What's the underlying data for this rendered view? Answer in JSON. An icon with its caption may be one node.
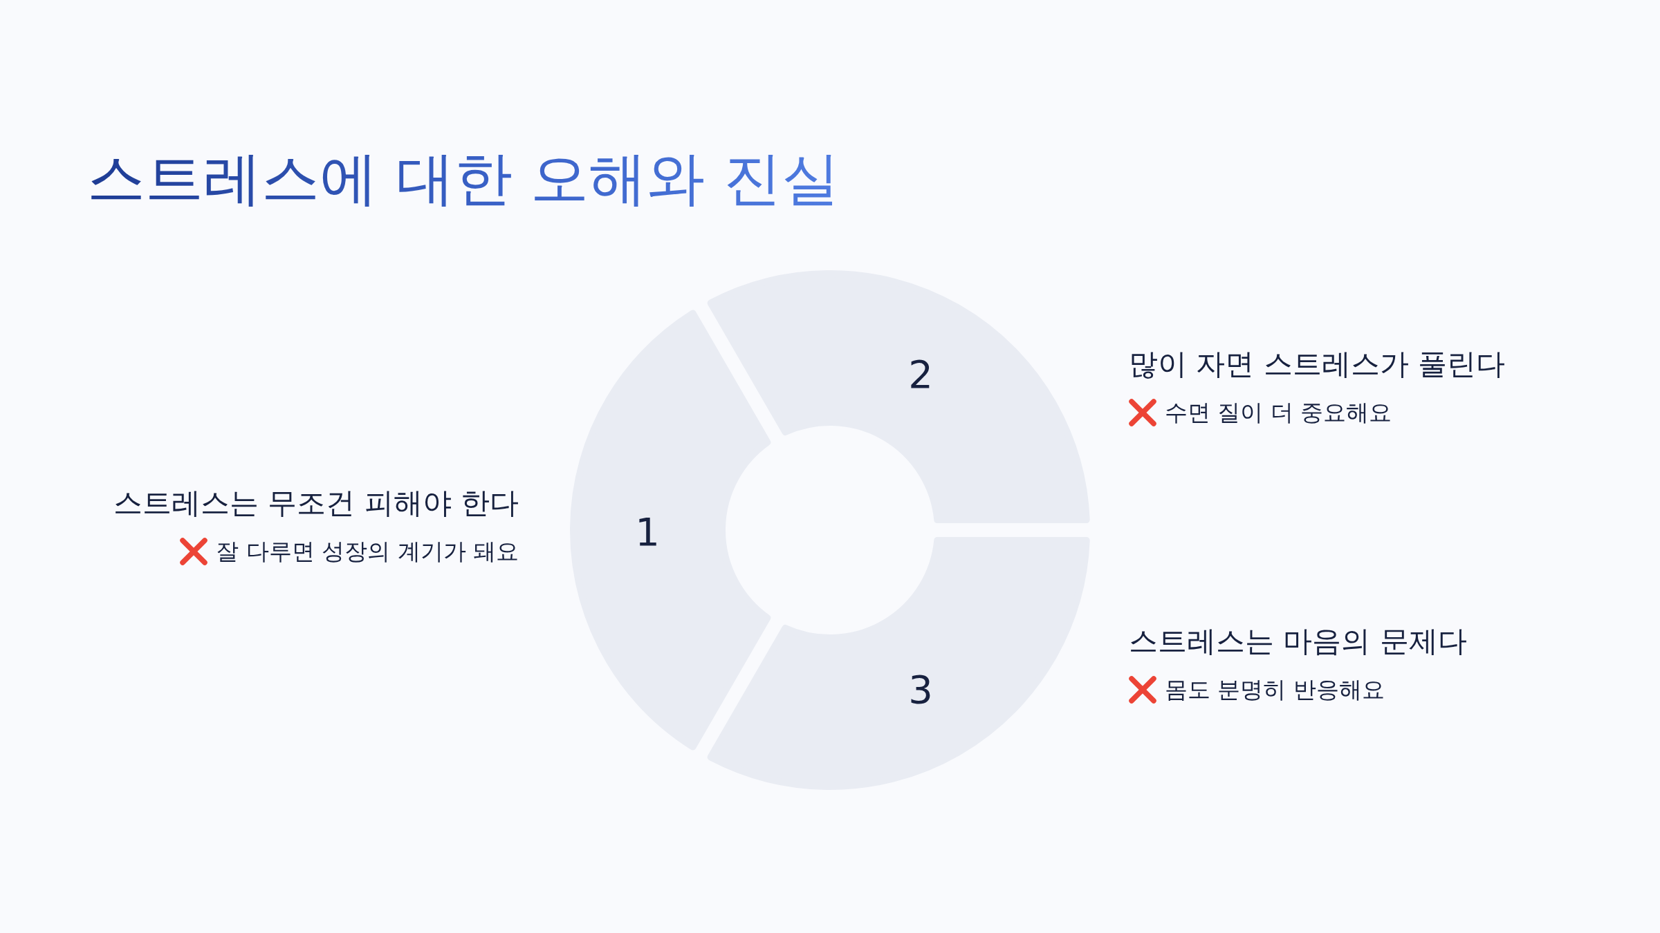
{
  "diagram": {
    "title": "스트레스에 대한 오해와 진실",
    "nodes": [
      {
        "text": [
          "1"
        ],
        "beside": [
          "스트레스는 무조건 피해야 한다",
          "잘 다루면 성장의 계기가 돼요"
        ]
      },
      {
        "text": [
          "2"
        ],
        "beside": [
          "많이 자면 스트레스가 풀린다",
          "수면 질이 더 중요해요"
        ]
      },
      {
        "text": [
          "3"
        ],
        "beside": [
          "스트레스는 마음의 문제다",
          "몸도 분명히 반응해요"
        ]
      }
    ]
  }
}
